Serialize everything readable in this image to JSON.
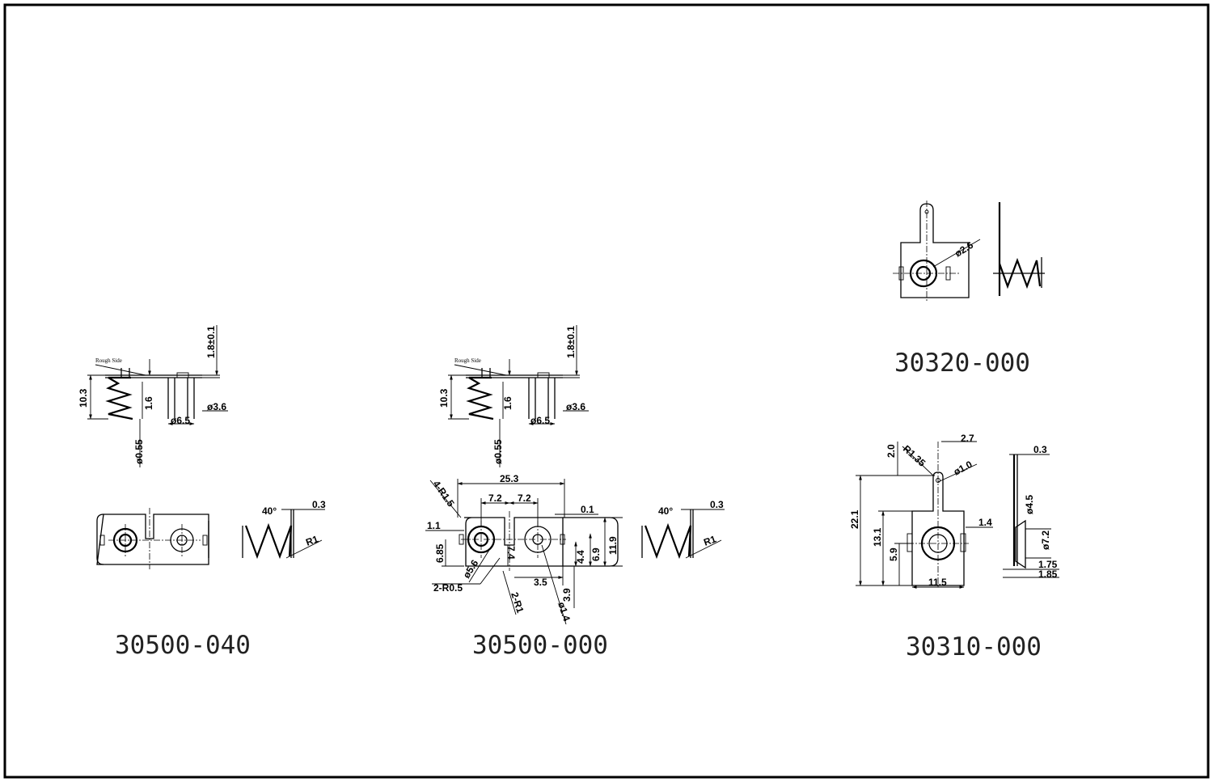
{
  "drawing": {
    "parts": {
      "p30500_040": {
        "number": "30500-040",
        "note": "Rough Side",
        "dims": {
          "height": "10.3",
          "tab_t": "1.8±0.1",
          "hole_a": "ø3.6",
          "dia_outer": "ø6.5",
          "gap": "1.6",
          "wire": "ø0.55",
          "angle": "40°",
          "thickness": "0.3",
          "radius": "R1"
        }
      },
      "p30500_000": {
        "number": "30500-000",
        "note": "Rough Side",
        "dims": {
          "height": "10.3",
          "tab_t": "1.8±0.1",
          "hole_a": "ø3.6",
          "dia_outer": "ø6.5",
          "gap": "1.6",
          "wire": "ø0.55",
          "corner_r": "4-R1.5",
          "length": "25.3",
          "pitch_l": "7.2",
          "pitch_r": "7.2",
          "offset": "0.1",
          "edge": "1.1",
          "half_h": "6.85",
          "slot_h": "7.4",
          "inner_h": "4.4",
          "mid_h": "6.9",
          "total_h": "11.9",
          "hole_b": "ø5.6",
          "r05": "2-R0.5",
          "r1": "2-R1",
          "slot_w": "3.5",
          "hole_c": "ø1.4",
          "hole_d": "3.9",
          "angle": "40°",
          "thickness": "0.3",
          "radius": "R1"
        }
      },
      "p30320_000": {
        "number": "30320-000",
        "dims": {
          "hole": "ø2.6"
        }
      },
      "p30310_000": {
        "number": "30310-000",
        "dims": {
          "top": "2.0",
          "radius": "R1.35",
          "pin": "2.7",
          "hole_small": "ø1.0",
          "total": "22.1",
          "body": "13.1",
          "center": "5.9",
          "tab": "1.4",
          "width": "11.5",
          "thickness": "0.3",
          "hole_in": "ø4.5",
          "hole_out": "ø7.2",
          "side_a": "1.75",
          "side_b": "1.85"
        }
      }
    }
  }
}
